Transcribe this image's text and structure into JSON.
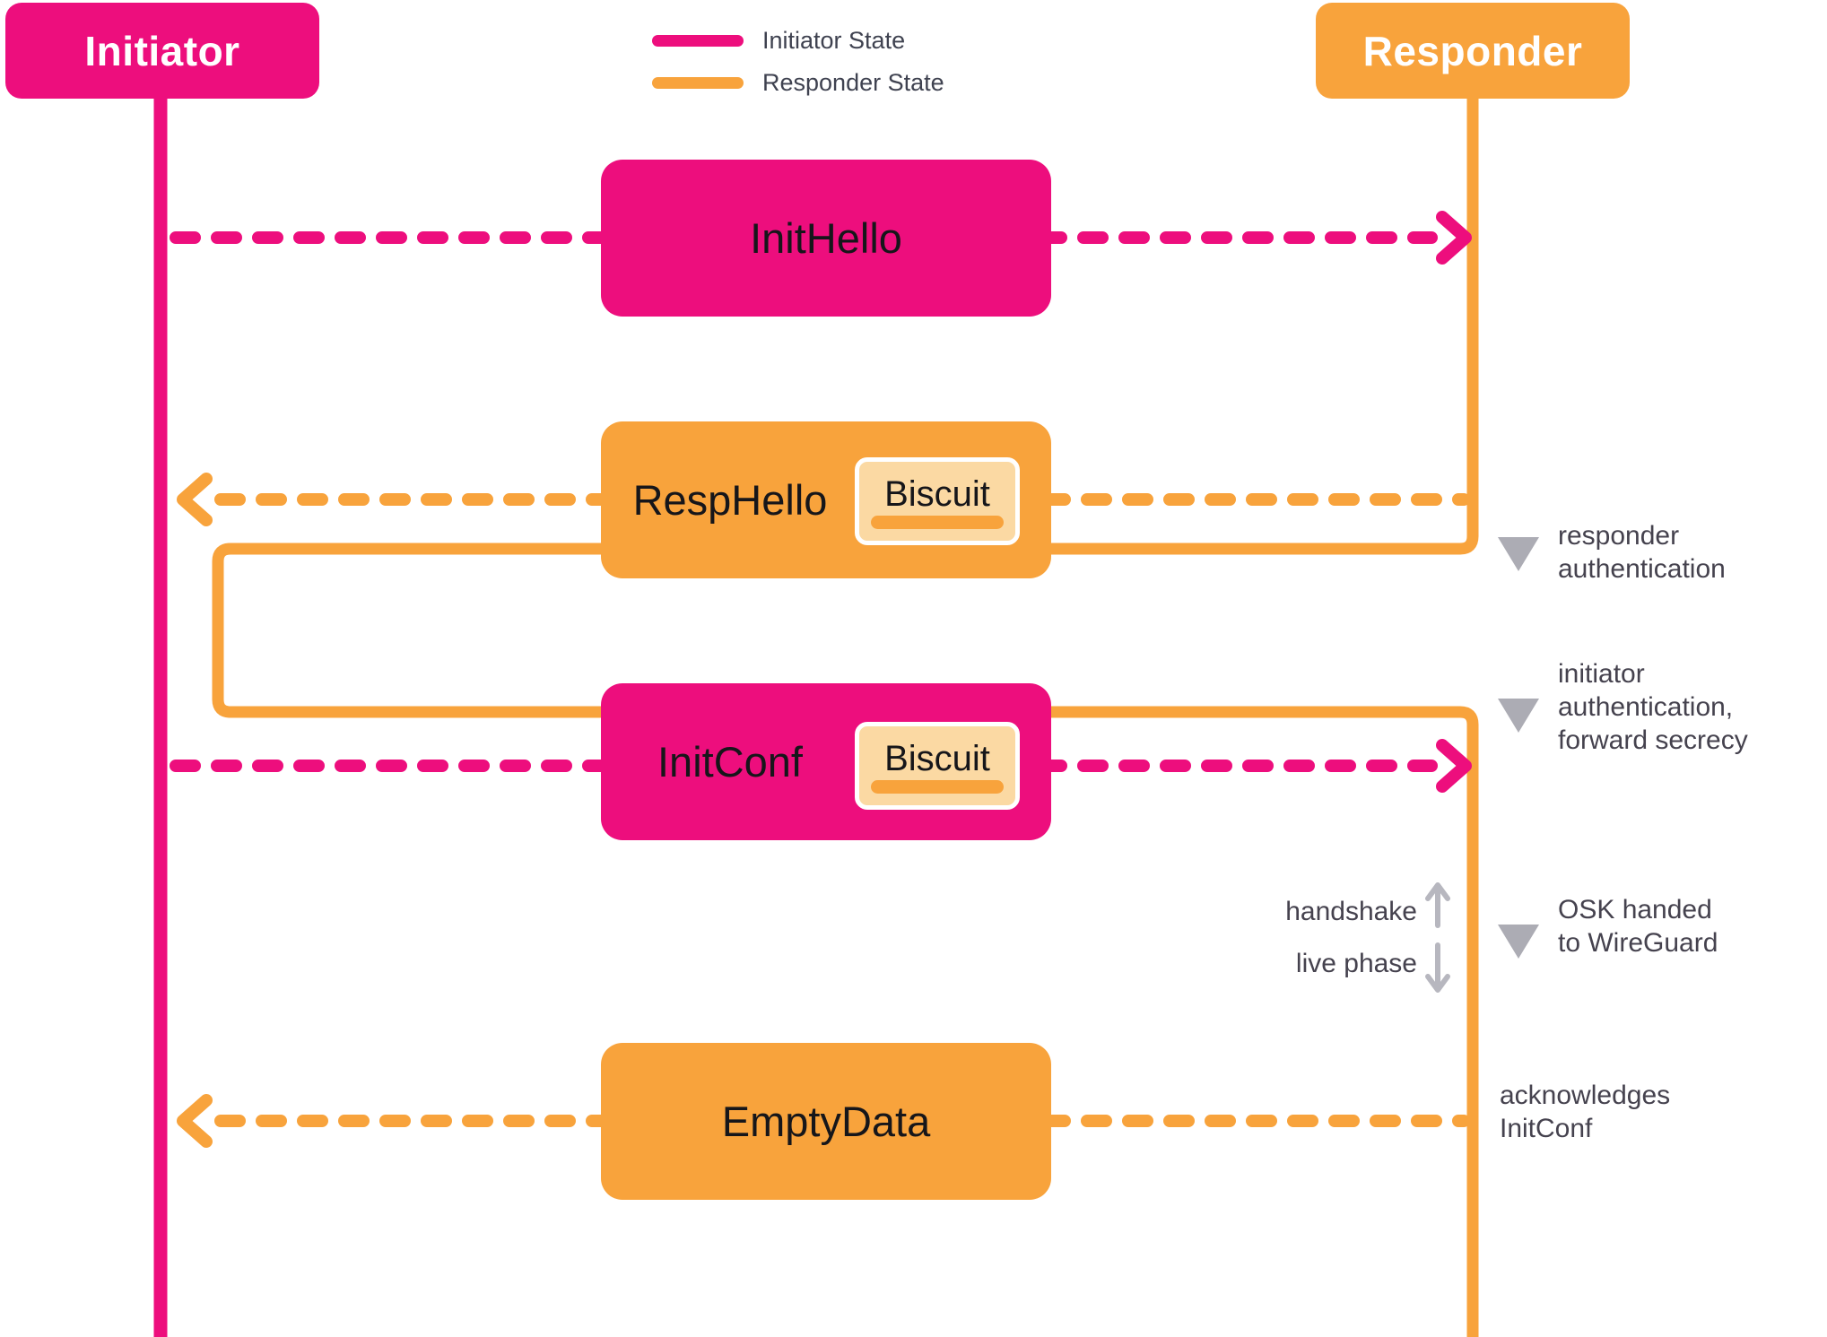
{
  "colors": {
    "pink": "#ED0E7D",
    "orange": "#F8A33C",
    "biscuit_fill": "#FBD9A3",
    "text_dark": "#16161A",
    "annotation_text": "#45424E",
    "gray_triangle": "#ACACB4",
    "gray_arrow": "#B7B7BF"
  },
  "endpoints": {
    "initiator": {
      "label": "Initiator"
    },
    "responder": {
      "label": "Responder"
    }
  },
  "legend": {
    "items": [
      {
        "label": "Initiator State",
        "color": "#ED0E7D"
      },
      {
        "label": "Responder State",
        "color": "#F8A33C"
      }
    ]
  },
  "messages": [
    {
      "label": "InitHello",
      "direction": "initiator-to-responder",
      "state_color": "#ED0E7D"
    },
    {
      "label": "RespHello",
      "direction": "responder-to-initiator",
      "state_color": "#F8A33C",
      "biscuit": {
        "label": "Biscuit"
      }
    },
    {
      "label": "InitConf",
      "direction": "initiator-to-responder",
      "state_color": "#ED0E7D",
      "biscuit": {
        "label": "Biscuit"
      }
    },
    {
      "label": "EmptyData",
      "direction": "responder-to-initiator",
      "state_color": "#F8A33C"
    }
  ],
  "annotations": [
    {
      "lines": [
        "responder",
        "authentication"
      ],
      "marker": "triangle"
    },
    {
      "lines": [
        "initiator",
        "authentication,",
        "forward secrecy"
      ],
      "marker": "triangle"
    },
    {
      "lines": [
        "OSK handed",
        "to WireGuard"
      ],
      "marker": "triangle"
    },
    {
      "lines": [
        "acknowledges",
        "InitConf"
      ],
      "marker": "none"
    }
  ],
  "phase_divider": {
    "top_label": "handshake",
    "bottom_label": "live phase"
  }
}
